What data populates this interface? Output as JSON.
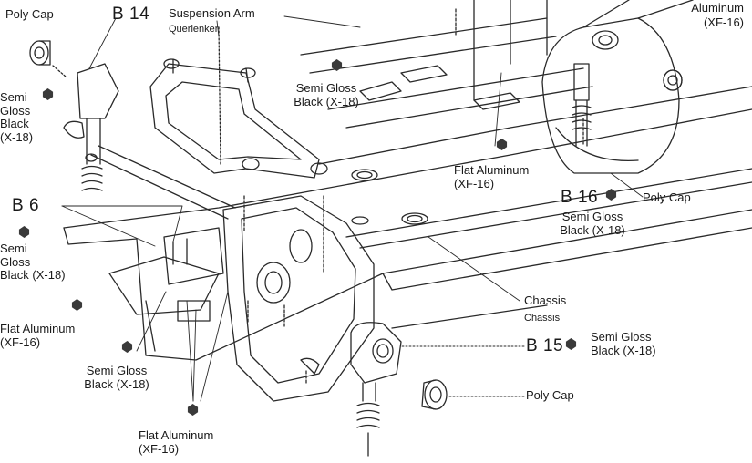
{
  "colors": {
    "line": "#2a2a2a",
    "paint_dot": "#3a3a3a",
    "background": "#ffffff"
  },
  "labels": {
    "poly_cap_top_left": "Poly Cap",
    "b14": "B 14",
    "suspension_arm": "Suspension Arm",
    "suspension_arm_de": "Querlenker",
    "aluminum_top_right": "Aluminum",
    "xf16_top_right": "(XF-16)",
    "semi_gloss_left_top": [
      "Semi",
      "Gloss",
      "Black",
      "(X-18)"
    ],
    "semi_gloss_center_top": [
      "Semi Gloss",
      "Black (X-18)"
    ],
    "flat_aluminum_center": [
      "Flat Aluminum",
      "(XF-16)"
    ],
    "b16": "B 16",
    "poly_cap_right": "Poly Cap",
    "semi_gloss_b16": [
      "Semi Gloss",
      "Black (X-18)"
    ],
    "b6": "B 6",
    "semi_gloss_left_mid": [
      "Semi",
      "Gloss",
      "Black (X-18)"
    ],
    "flat_aluminum_left": [
      "Flat Aluminum",
      "(XF-16)"
    ],
    "semi_gloss_bottom_left": [
      "Semi Gloss",
      "Black (X-18)"
    ],
    "flat_aluminum_bottom": [
      "Flat Aluminum",
      "(XF-16)"
    ],
    "chassis": "Chassis",
    "chassis_de": "Chassis",
    "b15": "B 15",
    "semi_gloss_b15": [
      "Semi Gloss",
      "Black (X-18)"
    ],
    "poly_cap_bottom": "Poly Cap"
  }
}
